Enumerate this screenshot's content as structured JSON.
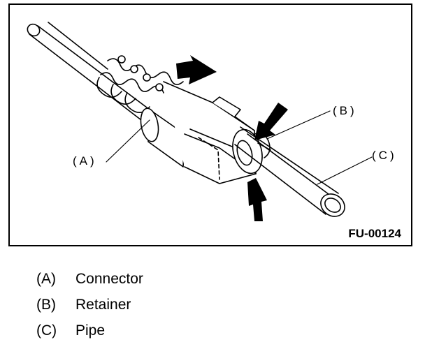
{
  "figure": {
    "code": "FU-00124",
    "callouts": {
      "a": "(A)",
      "b": "(B)",
      "c": "(C)"
    }
  },
  "legend": [
    {
      "key": "(A)",
      "label": "Connector"
    },
    {
      "key": "(B)",
      "label": "Retainer"
    },
    {
      "key": "(C)",
      "label": "Pipe"
    }
  ]
}
